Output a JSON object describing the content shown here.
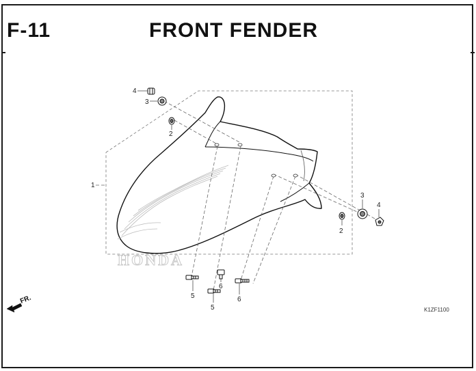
{
  "header": {
    "code": "F-11",
    "title": "FRONT FENDER"
  },
  "reference_code": "K1ZF1100",
  "direction_label": "FR.",
  "watermark_text": "HONDA",
  "callouts": {
    "c1": "1",
    "c2a": "2",
    "c2b": "2",
    "c3a": "3",
    "c3b": "3",
    "c4a": "4",
    "c4b": "4",
    "c5a": "5",
    "c5b": "5",
    "c6a": "6",
    "c6b": "6"
  }
}
